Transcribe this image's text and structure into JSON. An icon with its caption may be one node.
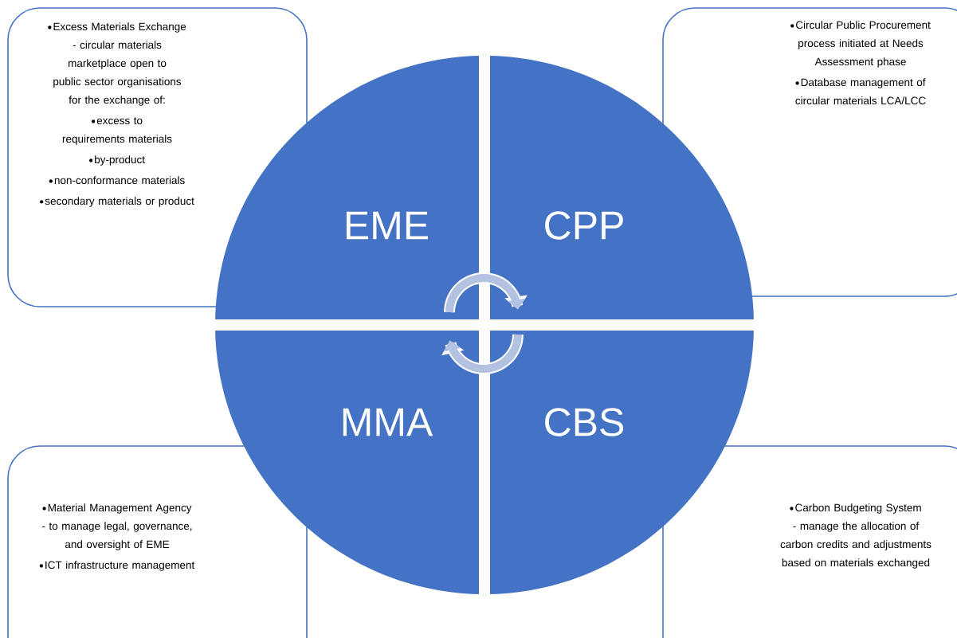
{
  "diagram": {
    "nodes": [
      {
        "text": [
          "Excess Materials Exchange - circular materials marketplace open to public sector organisations for the exchange of:",
          "excess to requirements materials",
          "by-product",
          "non-conformance materials",
          "secondary materials or product"
        ]
      },
      {
        "text": [
          "Circular Public Procurement process initiated at Needs Assessment phase",
          "Database management of circular materials LCA/LCC"
        ]
      },
      {
        "text": [
          "EME"
        ]
      },
      {
        "text": [
          "CPP"
        ]
      },
      {
        "text": [
          "MMA"
        ]
      },
      {
        "text": [
          "CBS"
        ]
      },
      {
        "text": [
          "Material Management Agency - to manage legal, governance, and oversight of EME",
          "ICT infrastructure management"
        ]
      },
      {
        "text": [
          "Carbon Budgeting System - manage the allocation of carbon credits and adjustments based on materials exchanged"
        ]
      }
    ]
  }
}
